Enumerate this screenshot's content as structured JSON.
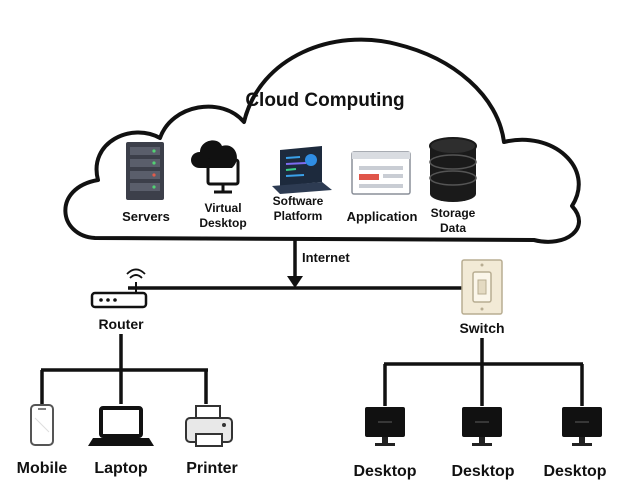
{
  "title": "Cloud Computing",
  "cloud_services": {
    "servers": "Servers",
    "virtual_desktop": [
      "Virtual",
      "Desktop"
    ],
    "software_platform": [
      "Software",
      "Platform"
    ],
    "application": "Application",
    "storage_data": [
      "Storage",
      "Data"
    ]
  },
  "internet_label": "Internet",
  "router": {
    "label": "Router",
    "devices": [
      "Mobile",
      "Laptop",
      "Printer"
    ]
  },
  "switch": {
    "label": "Switch",
    "devices": [
      "Desktop",
      "Desktop",
      "Desktop"
    ]
  },
  "icons": [
    "server-rack-icon",
    "desktop-cloud-icon",
    "laptop-code-icon",
    "browser-window-icon",
    "database-icon",
    "router-icon",
    "switch-plate-icon",
    "mobile-icon",
    "laptop-icon",
    "printer-icon",
    "imac-icon"
  ],
  "colors": {
    "line": "#111111",
    "cloud_stroke": "#111111",
    "panel": "#f2ead6"
  }
}
